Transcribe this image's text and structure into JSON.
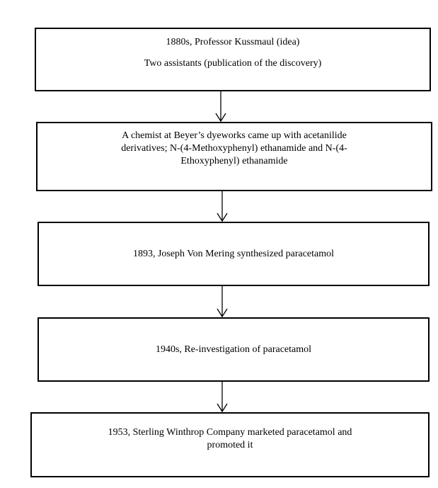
{
  "flowchart": {
    "steps": [
      {
        "lines": [
          "1880s, Professor Kussmaul (idea)",
          "Two assistants (publication of the discovery)"
        ]
      },
      {
        "lines": [
          "A chemist at Beyer’s dyeworks came up with acetanilide",
          "derivatives; N-(4-Methoxyphenyl) ethanamide and N-(4-",
          "Ethoxyphenyl) ethanamide"
        ]
      },
      {
        "lines": [
          "1893, Joseph Von Mering synthesized paracetamol"
        ]
      },
      {
        "lines": [
          "1940s, Re-investigation of paracetamol"
        ]
      },
      {
        "lines": [
          "1953, Sterling Winthrop Company marketed paracetamol and",
          "promoted it"
        ]
      }
    ],
    "connector_color": "#000000",
    "border_color": "#000000"
  }
}
